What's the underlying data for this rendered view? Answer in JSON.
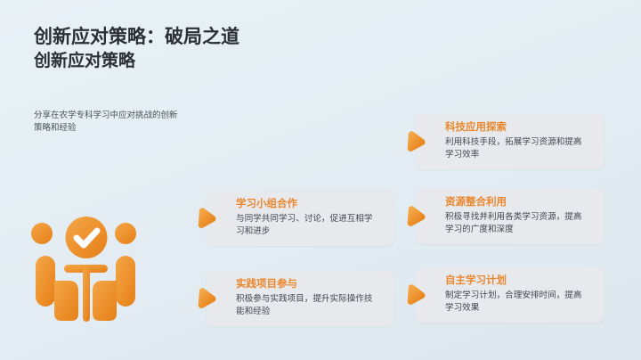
{
  "slide": {
    "title_line1": "创新应对策略：破局之道",
    "title_line2": "创新应对策略",
    "description": "分享在农学专科学习中应对挑战的创新策略和经验"
  },
  "cards": [
    {
      "title": "科技应用探索",
      "body": "利用科技手段，拓展学习资源和提高学习效率"
    },
    {
      "title": "学习小组合作",
      "body": "与同学共同学习、讨论，促进互相学习和进步"
    },
    {
      "title": "资源整合利用",
      "body": "积极寻找并利用各类学习资源，提高学习的广度和深度"
    },
    {
      "title": "实践项目参与",
      "body": "积极参与实践项目，提升实际操作技能和经验"
    },
    {
      "title": "自主学习计划",
      "body": "制定学习计划，合理安排时间，提高学习效果"
    }
  ],
  "icons": {
    "people_meeting": "people-at-table-with-check-icon",
    "card_marker": "play-arrow-icon"
  },
  "colors": {
    "accent_orange": "#EA872C",
    "accent_orange_light": "#F4A647",
    "accent_orange_dark": "#E67F17",
    "title_dark": "#2B3036",
    "body_gray": "#42484F",
    "background": "#E2ECF2",
    "card_background": "#E7E9EC"
  }
}
